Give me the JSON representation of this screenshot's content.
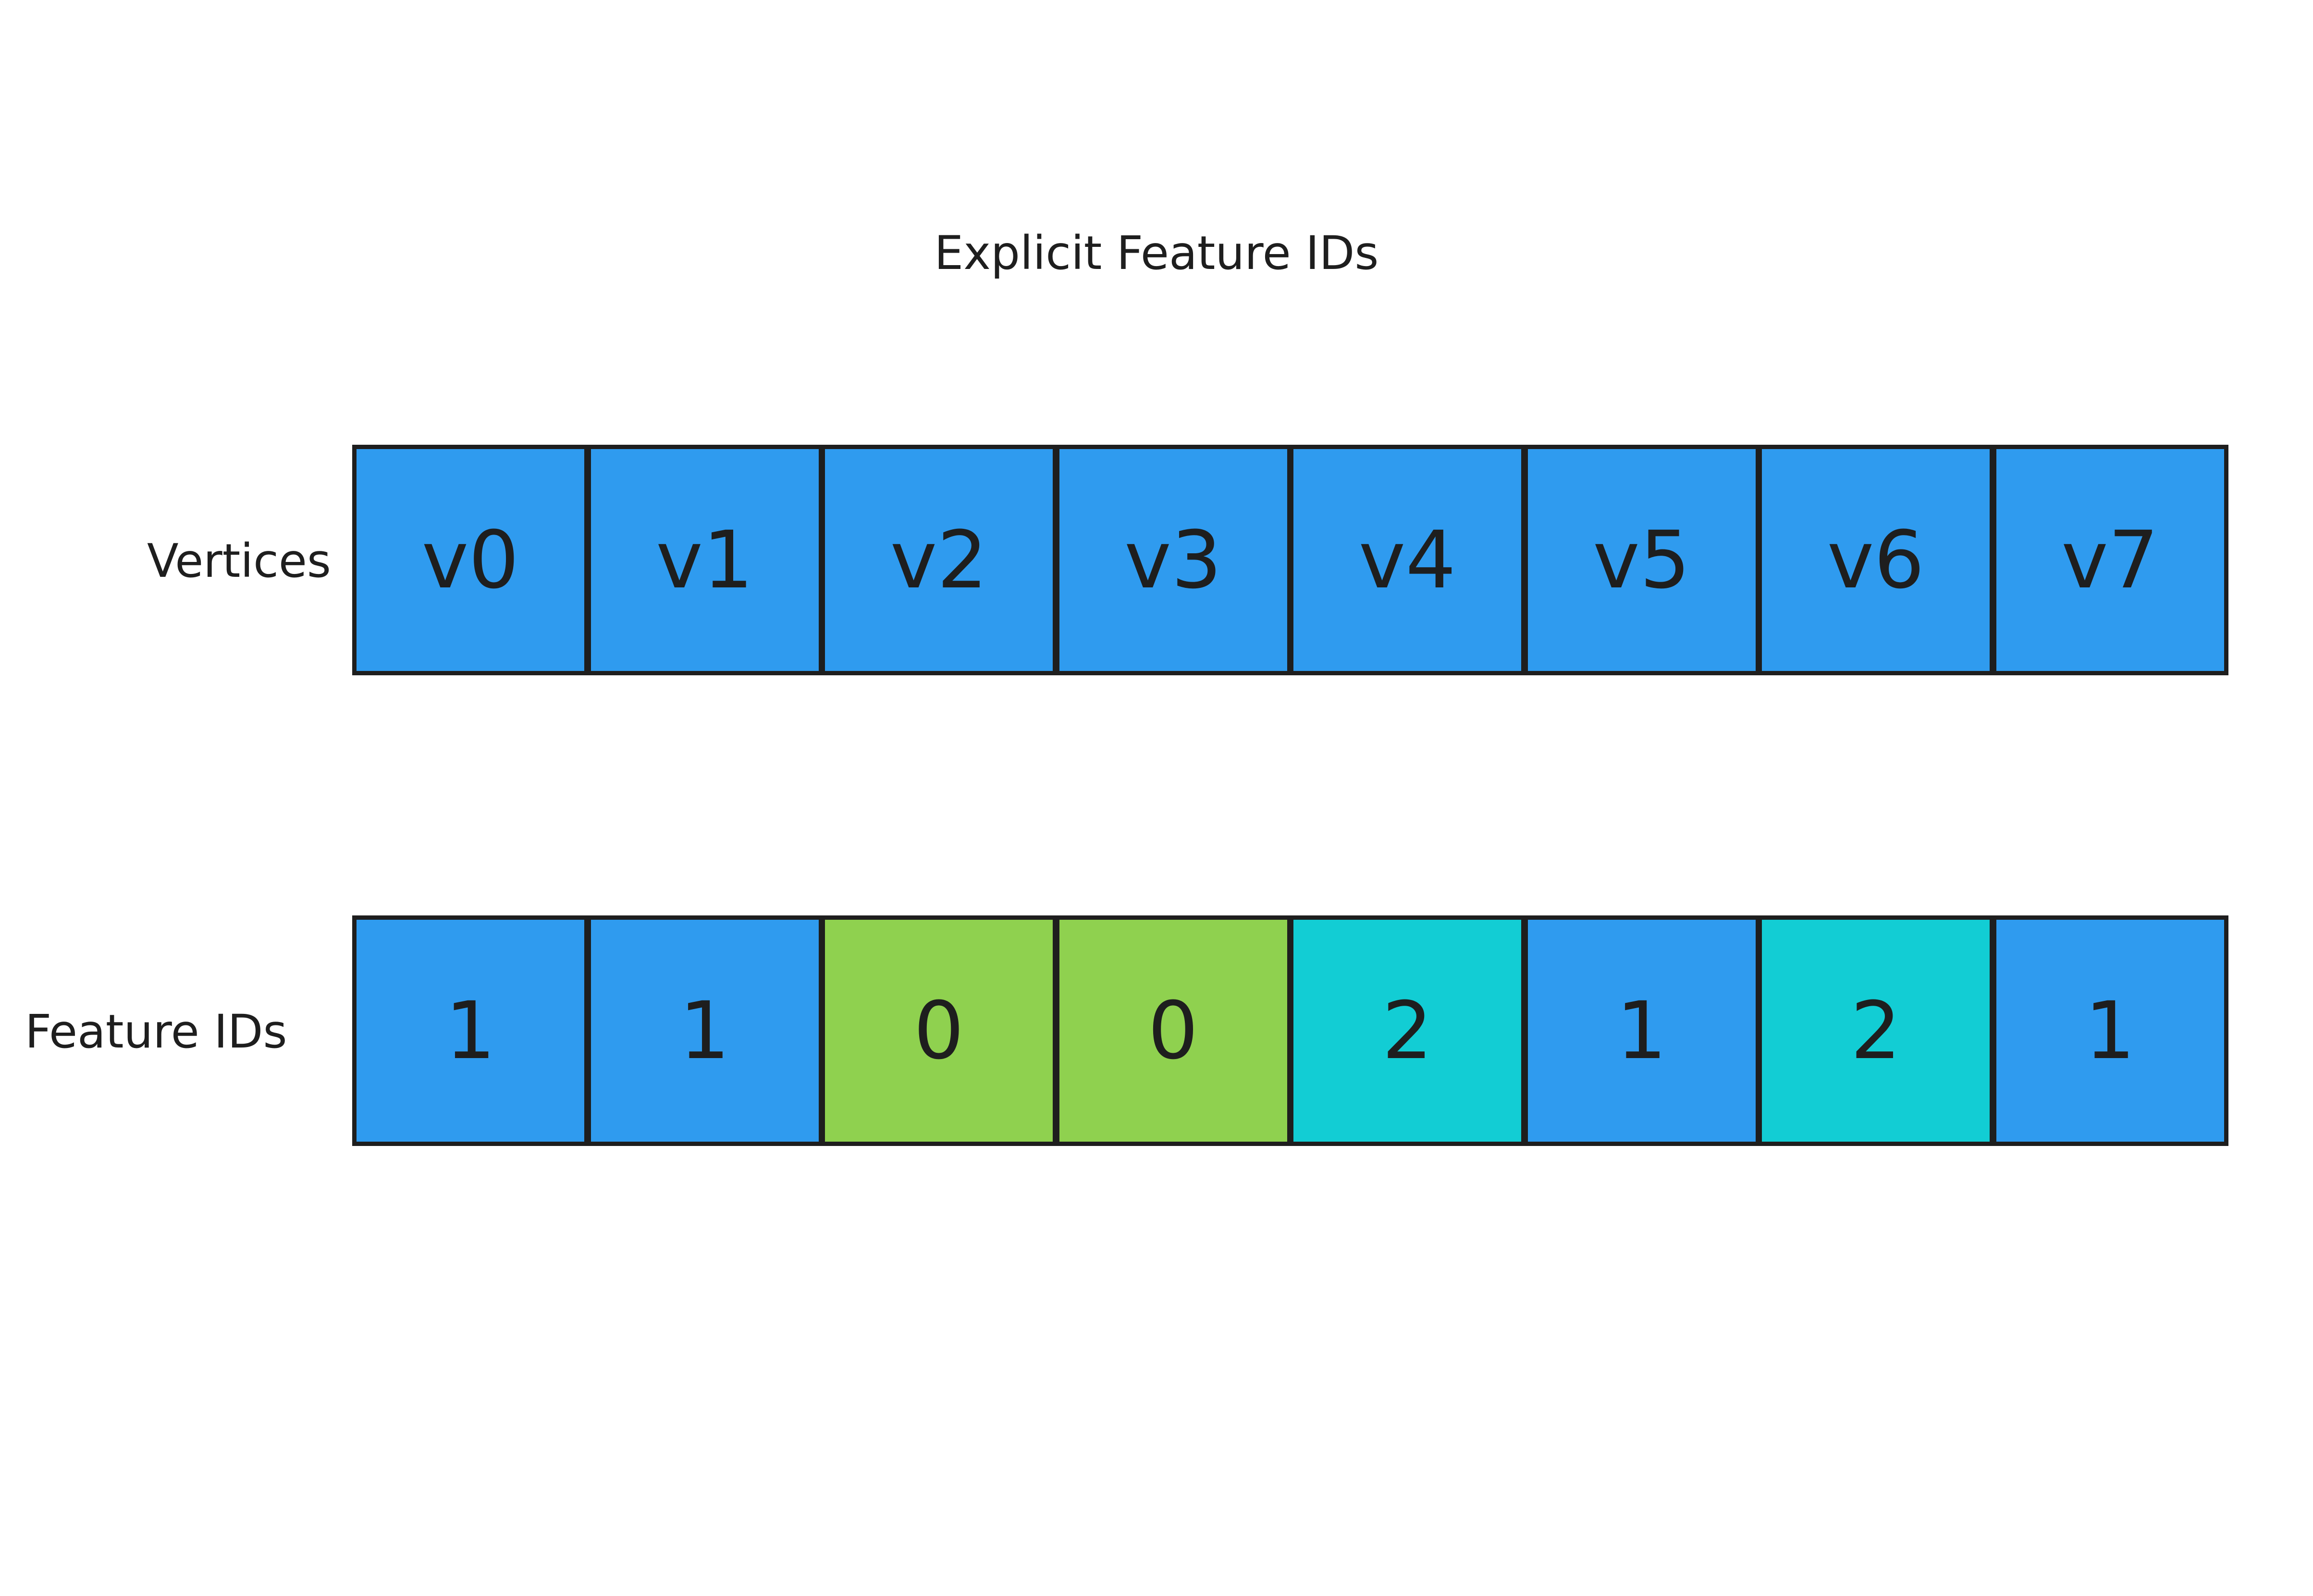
{
  "title": "Explicit Feature IDs",
  "rows": {
    "vertices": {
      "label": "Vertices",
      "cells": [
        "v0",
        "v1",
        "v2",
        "v3",
        "v4",
        "v5",
        "v6",
        "v7"
      ]
    },
    "feature_ids": {
      "label": "Feature IDs",
      "cells": [
        "1",
        "1",
        "0",
        "0",
        "2",
        "1",
        "2",
        "1"
      ]
    }
  },
  "colors": {
    "border": "#1e1e1e",
    "text": "#1e1e1e",
    "vertex_fill": "#2f9bef",
    "feature_id_fills": {
      "0": "#8fd14f",
      "1": "#2f9bef",
      "2": "#12cdd4"
    }
  }
}
